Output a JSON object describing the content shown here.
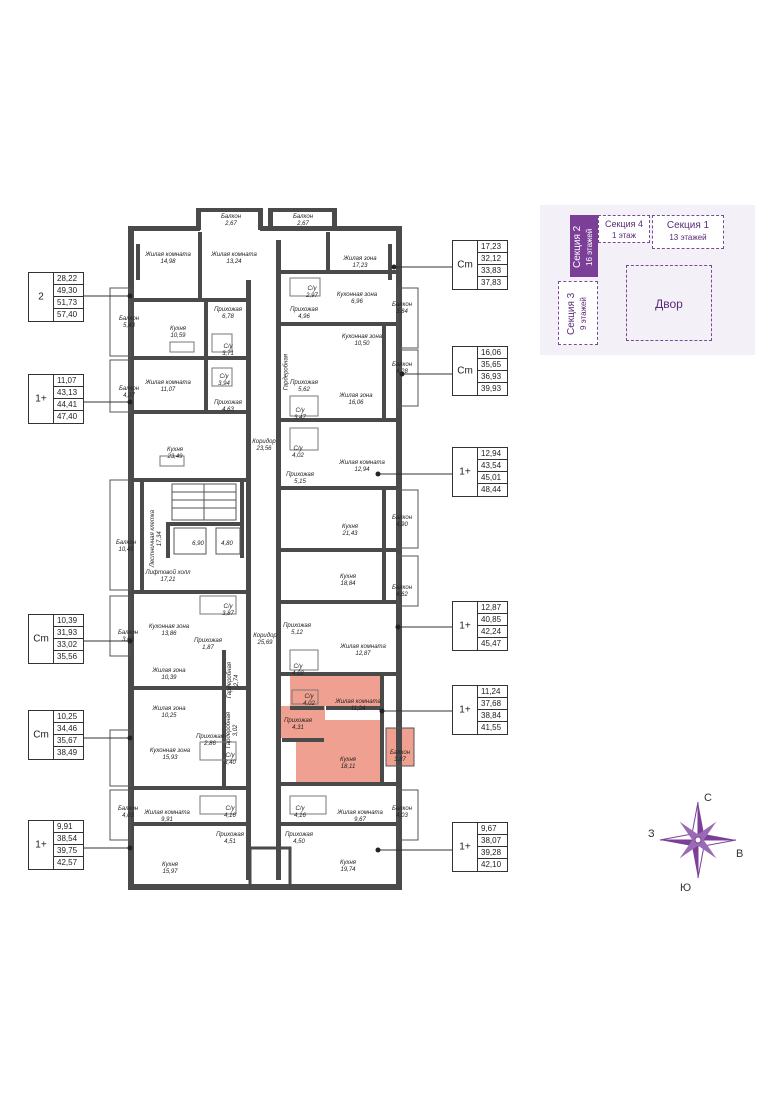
{
  "key_plan": {
    "section_selected": "Секция 2",
    "section_selected_floors": "16 этажей",
    "section4": "Секция 4",
    "section4_floors": "1 этаж",
    "section1": "Секция 1",
    "section1_floors": "13 этажей",
    "section3": "Секция 3",
    "section3_floors": "9 этажей",
    "yard": "Двор"
  },
  "compass": {
    "north": "С",
    "south": "Ю",
    "west": "З",
    "east": "В"
  },
  "colors": {
    "accent": "#7b3f98",
    "selected_apartment": "#f0a090",
    "wall": "#4a4a4a"
  },
  "apartments_left": [
    {
      "type": "2",
      "values": [
        "28,22",
        "49,30",
        "51,73",
        "57,40"
      ]
    },
    {
      "type": "1+",
      "values": [
        "11,07",
        "43,13",
        "44,41",
        "47,40"
      ]
    },
    {
      "type": "Cm",
      "values": [
        "10,39",
        "31,93",
        "33,02",
        "35,56"
      ]
    },
    {
      "type": "Cm",
      "values": [
        "10,25",
        "34,46",
        "35,67",
        "38,49"
      ]
    },
    {
      "type": "1+",
      "values": [
        "9,91",
        "38,54",
        "39,75",
        "42,57"
      ]
    }
  ],
  "apartments_right": [
    {
      "type": "Cm",
      "values": [
        "17,23",
        "32,12",
        "33,83",
        "37,83"
      ]
    },
    {
      "type": "Cm",
      "values": [
        "16,06",
        "35,65",
        "36,93",
        "39,93"
      ]
    },
    {
      "type": "1+",
      "values": [
        "12,94",
        "43,54",
        "45,01",
        "48,44"
      ]
    },
    {
      "type": "1+",
      "values": [
        "12,87",
        "40,85",
        "42,24",
        "45,47"
      ]
    },
    {
      "type": "1+",
      "values": [
        "11,24",
        "37,68",
        "38,84",
        "41,55"
      ]
    },
    {
      "type": "1+",
      "values": [
        "9,67",
        "38,07",
        "39,28",
        "42,10"
      ]
    }
  ],
  "rooms": [
    {
      "name": "Балкон",
      "area": "2,67"
    },
    {
      "name": "Балкон",
      "area": "2,67"
    },
    {
      "name": "Жилая комната",
      "area": "14,98"
    },
    {
      "name": "Жилая комната",
      "area": "13,24"
    },
    {
      "name": "Жилая зона",
      "area": "17,23"
    },
    {
      "name": "С/у",
      "area": "2,97"
    },
    {
      "name": "Кухонная зона",
      "area": "6,96"
    },
    {
      "name": "Балкон",
      "area": "5,43"
    },
    {
      "name": "Кухня",
      "area": "10,59"
    },
    {
      "name": "Прихожая",
      "area": "6,78"
    },
    {
      "name": "Прихожая",
      "area": "4,96"
    },
    {
      "name": "Балкон",
      "area": "3,84"
    },
    {
      "name": "С/у",
      "area": "3,71"
    },
    {
      "name": "Кухонная зона",
      "area": "10,50"
    },
    {
      "name": "Балкон",
      "area": "4,27"
    },
    {
      "name": "Жилая комната",
      "area": "11,07"
    },
    {
      "name": "С/у",
      "area": "3,94"
    },
    {
      "name": "Прихожая",
      "area": "4,63"
    },
    {
      "name": "Гардеробная",
      "area": ""
    },
    {
      "name": "Прихожая",
      "area": "5,62"
    },
    {
      "name": "Балкон",
      "area": "4,28"
    },
    {
      "name": "Жилая зона",
      "area": "16,06"
    },
    {
      "name": "С/у",
      "area": "3,47"
    },
    {
      "name": "Кухня",
      "area": "23,49"
    },
    {
      "name": "Коридор",
      "area": "23,56"
    },
    {
      "name": "С/у",
      "area": "4,02"
    },
    {
      "name": "Жилая комната",
      "area": "12,94"
    },
    {
      "name": "Прихожая",
      "area": "5,15"
    },
    {
      "name": "Лестничная клетка",
      "area": "17,34"
    },
    {
      "name": "Балкон",
      "area": "4,90"
    },
    {
      "name": "Кухня",
      "area": "21,43"
    },
    {
      "name": "Балкон",
      "area": "10,45"
    },
    {
      "name": "Кухня",
      "area": "18,84"
    },
    {
      "name": "Лифтовой холл",
      "area": "17,21"
    },
    {
      "name": "Балкон",
      "area": "4,62"
    },
    {
      "name": "С/у",
      "area": "3,87"
    },
    {
      "name": "Кухонная зона",
      "area": "13,86"
    },
    {
      "name": "Балкон",
      "area": "3,63"
    },
    {
      "name": "Прихожая",
      "area": "1,87"
    },
    {
      "name": "Коридор",
      "area": "25,69"
    },
    {
      "name": "Прихожая",
      "area": "5,12"
    },
    {
      "name": "Жилая комната",
      "area": "12,87"
    },
    {
      "name": "Гардеробная",
      "area": "2,74"
    },
    {
      "name": "С/у",
      "area": "4,02"
    },
    {
      "name": "Жилая зона",
      "area": "10,39"
    },
    {
      "name": "Гардеробная",
      "area": "3,02"
    },
    {
      "name": "Жилая зона",
      "area": "10,25"
    },
    {
      "name": "С/у",
      "area": "4,02"
    },
    {
      "name": "Жилая комната",
      "area": "11,24"
    },
    {
      "name": "Прихожая",
      "area": "4,31"
    },
    {
      "name": "Прихожая",
      "area": "2,86"
    },
    {
      "name": "Кухонная зона",
      "area": "15,93"
    },
    {
      "name": "С/у",
      "area": "3,40"
    },
    {
      "name": "Кухня",
      "area": "18,11"
    },
    {
      "name": "Балкон",
      "area": "3,87"
    },
    {
      "name": "Балкон",
      "area": "4,03"
    },
    {
      "name": "С/у",
      "area": "4,16"
    },
    {
      "name": "С/у",
      "area": "4,16"
    },
    {
      "name": "Балкон",
      "area": "4,03"
    },
    {
      "name": "Жилая комната",
      "area": "9,91"
    },
    {
      "name": "Жилая комната",
      "area": "9,67"
    },
    {
      "name": "Прихожая",
      "area": "4,51"
    },
    {
      "name": "Прихожая",
      "area": "4,50"
    },
    {
      "name": "Кухня",
      "area": "15,97"
    },
    {
      "name": "Кухня",
      "area": "19,74"
    },
    {
      "name": "",
      "area": "6,90"
    },
    {
      "name": "",
      "area": "4,80"
    }
  ]
}
